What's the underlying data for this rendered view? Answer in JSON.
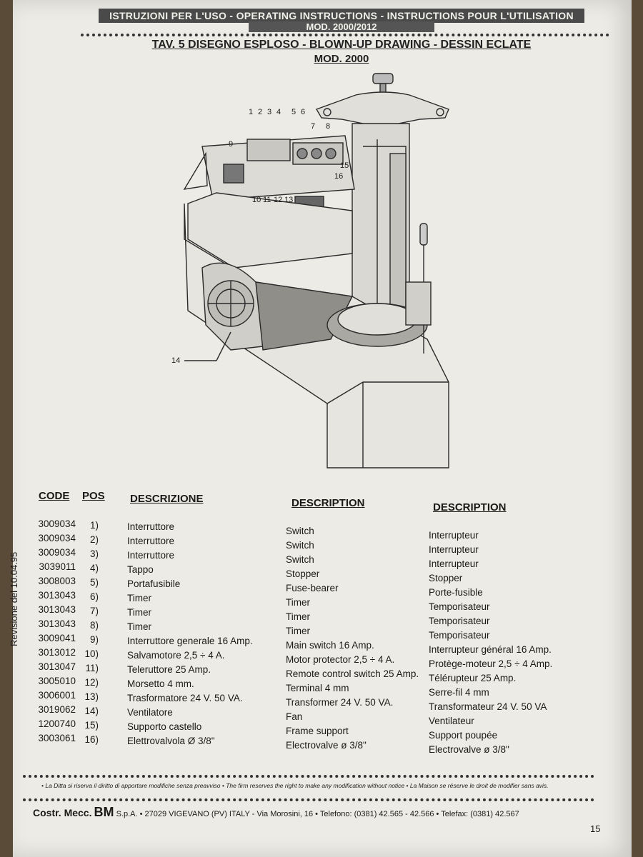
{
  "header": {
    "top_line": "ISTRUZIONI PER L'USO - OPERATING INSTRUCTIONS - INSTRUCTIONS POUR L'UTILISATION",
    "mod_line": "MOD. 2000/2012",
    "title": "TAV. 5   DISEGNO ESPLOSO - BLOWN-UP DRAWING - DESSIN ECLATE",
    "title_mod": "MOD. 2000"
  },
  "drawing": {
    "callouts": [
      "1",
      "2",
      "3",
      "4",
      "5",
      "6",
      "7",
      "8",
      "9",
      "10",
      "11",
      "12",
      "13",
      "14",
      "15",
      "16"
    ]
  },
  "table": {
    "headers": {
      "code": "CODE",
      "pos": "POS",
      "descrizione": "DESCRIZIONE",
      "description_en": "DESCRIPTION",
      "description_fr": "DESCRIPTION"
    },
    "rows": [
      {
        "code": "3009034",
        "pos": "1)",
        "it": "Interruttore",
        "en": "Switch",
        "fr": "Interrupteur"
      },
      {
        "code": "3009034",
        "pos": "2)",
        "it": "Interruttore",
        "en": "Switch",
        "fr": "Interrupteur"
      },
      {
        "code": "3009034",
        "pos": "3)",
        "it": "Interruttore",
        "en": "Switch",
        "fr": "Interrupteur"
      },
      {
        "code": "3039011",
        "pos": "4)",
        "it": "Tappo",
        "en": "Stopper",
        "fr": "Stopper"
      },
      {
        "code": "3008003",
        "pos": "5)",
        "it": "Portafusibile",
        "en": "Fuse-bearer",
        "fr": "Porte-fusible"
      },
      {
        "code": "3013043",
        "pos": "6)",
        "it": "Timer",
        "en": "Timer",
        "fr": "Temporisateur"
      },
      {
        "code": "3013043",
        "pos": "7)",
        "it": "Timer",
        "en": "Timer",
        "fr": "Temporisateur"
      },
      {
        "code": "3013043",
        "pos": "8)",
        "it": "Timer",
        "en": "Timer",
        "fr": "Temporisateur"
      },
      {
        "code": "3009041",
        "pos": "9)",
        "it": "Interruttore generale 16 Amp.",
        "en": "Main switch 16 Amp.",
        "fr": "Interrupteur général 16 Amp."
      },
      {
        "code": "3013012",
        "pos": "10)",
        "it": "Salvamotore 2,5 ÷ 4 A.",
        "en": "Motor protector 2,5 ÷ 4 A.",
        "fr": "Protège-moteur 2,5 ÷ 4 Amp."
      },
      {
        "code": "3013047",
        "pos": "11)",
        "it": "Teleruttore 25 Amp.",
        "en": "Remote control switch 25 Amp.",
        "fr": "Télérupteur 25 Amp."
      },
      {
        "code": "3005010",
        "pos": "12)",
        "it": "Morsetto 4 mm.",
        "en": "Terminal 4 mm",
        "fr": "Serre-fil 4 mm"
      },
      {
        "code": "3006001",
        "pos": "13)",
        "it": "Trasformatore 24 V. 50 VA.",
        "en": "Transformer 24 V. 50 VA.",
        "fr": "Transformateur 24 V. 50 VA"
      },
      {
        "code": "3019062",
        "pos": "14)",
        "it": "Ventilatore",
        "en": "Fan",
        "fr": "Ventilateur"
      },
      {
        "code": "1200740",
        "pos": "15)",
        "it": "Supporto castello",
        "en": "Frame support",
        "fr": "Support poupée"
      },
      {
        "code": "3003061",
        "pos": "16)",
        "it": "Elettrovalvola Ø 3/8\"",
        "en": "Electrovalve ø 3/8\"",
        "fr": "Electrovalve ø 3/8\""
      }
    ]
  },
  "side_note": "Revisione del 10.04.95",
  "footnote": "• La Ditta si riserva il diritto di apportare modifiche senza preavviso • The firm reserves the right to make any modification without notice • La Maison se réserve le droit de modifier sans avis.",
  "footer": {
    "brand": "Costr. Mecc.",
    "bm": "BM",
    "address": "S.p.A. • 27029 VIGEVANO (PV) ITALY - Via Morosini, 16 • Telefono: (0381) 42.565 - 42.566 • Telefax: (0381) 42.567"
  },
  "page_number": "15"
}
